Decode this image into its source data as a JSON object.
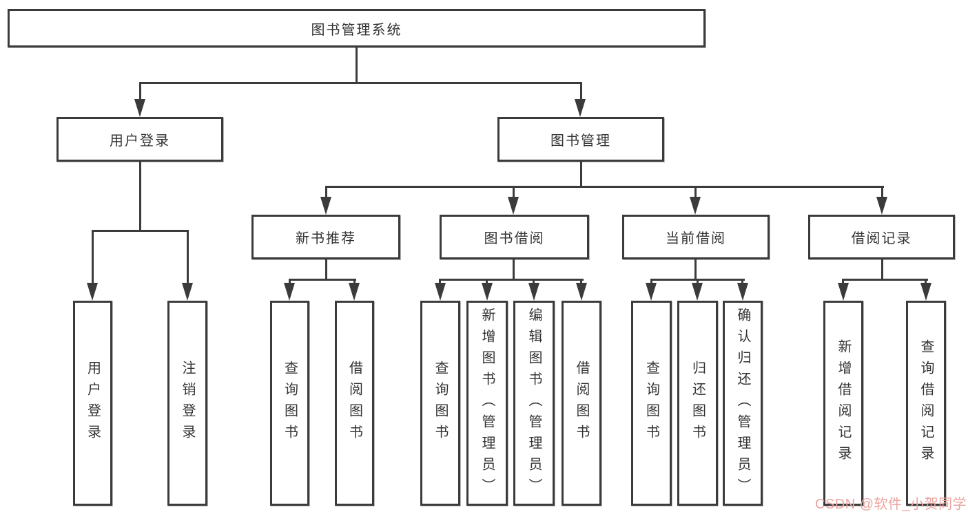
{
  "colors": {
    "line": "#3b3b3b",
    "text": "#333333",
    "watermark": "#eca49f",
    "background": "#ffffff"
  },
  "watermark": {
    "label": "CSDN @软件_小贺同学"
  },
  "tree": {
    "root": {
      "label": "图书管理系统"
    },
    "children": [
      {
        "label": "用户登录",
        "children": [
          {
            "label": "用户登录"
          },
          {
            "label": "注销登录"
          }
        ]
      },
      {
        "label": "图书管理",
        "children": [
          {
            "label": "新书推荐",
            "children": [
              {
                "label": "查询图书"
              },
              {
                "label": "借阅图书"
              }
            ]
          },
          {
            "label": "图书借阅",
            "children": [
              {
                "label": "查询图书"
              },
              {
                "label": "新增图书（管理员）"
              },
              {
                "label": "编辑图书（管理员）"
              },
              {
                "label": "借阅图书"
              }
            ]
          },
          {
            "label": "当前借阅",
            "children": [
              {
                "label": "查询图书"
              },
              {
                "label": "归还图书"
              },
              {
                "label": "确认归还（管理员）"
              }
            ]
          },
          {
            "label": "借阅记录",
            "children": [
              {
                "label": "新增借阅记录"
              },
              {
                "label": "查询借阅记录"
              }
            ]
          }
        ]
      }
    ]
  }
}
